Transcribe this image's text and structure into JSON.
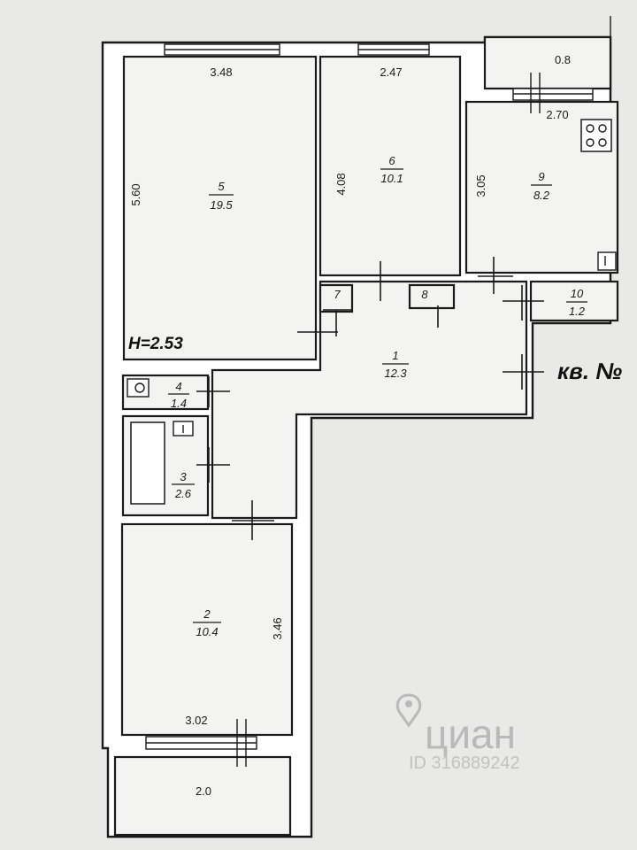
{
  "plan": {
    "ceiling_height": "H=2.53",
    "apartment_label": "кв. №",
    "rooms": [
      {
        "id": "room-1",
        "number": "1",
        "area": "12.3"
      },
      {
        "id": "room-2",
        "number": "2",
        "area": "10.4"
      },
      {
        "id": "room-3",
        "number": "3",
        "area": "2.6"
      },
      {
        "id": "room-4",
        "number": "4",
        "area": "1.4"
      },
      {
        "id": "room-5",
        "number": "5",
        "area": "19.5"
      },
      {
        "id": "room-6",
        "number": "6",
        "area": "10.1"
      },
      {
        "id": "room-7",
        "number": "7",
        "area": ""
      },
      {
        "id": "room-8",
        "number": "8",
        "area": ""
      },
      {
        "id": "room-9",
        "number": "9",
        "area": "8.2"
      },
      {
        "id": "room-10",
        "number": "10",
        "area": "1.2"
      }
    ],
    "dimensions": {
      "room5_width": "3.48",
      "room5_height": "5.60",
      "room6_width": "2.47",
      "room6_height": "4.08",
      "room9_width": "2.70",
      "room9_height": "3.05",
      "room2_width": "3.02",
      "room2_height": "3.46",
      "balcony_top": "0.8",
      "balcony_bottom": "2.0"
    },
    "watermark": {
      "brand": "циан",
      "id": "ID 316889242"
    }
  }
}
